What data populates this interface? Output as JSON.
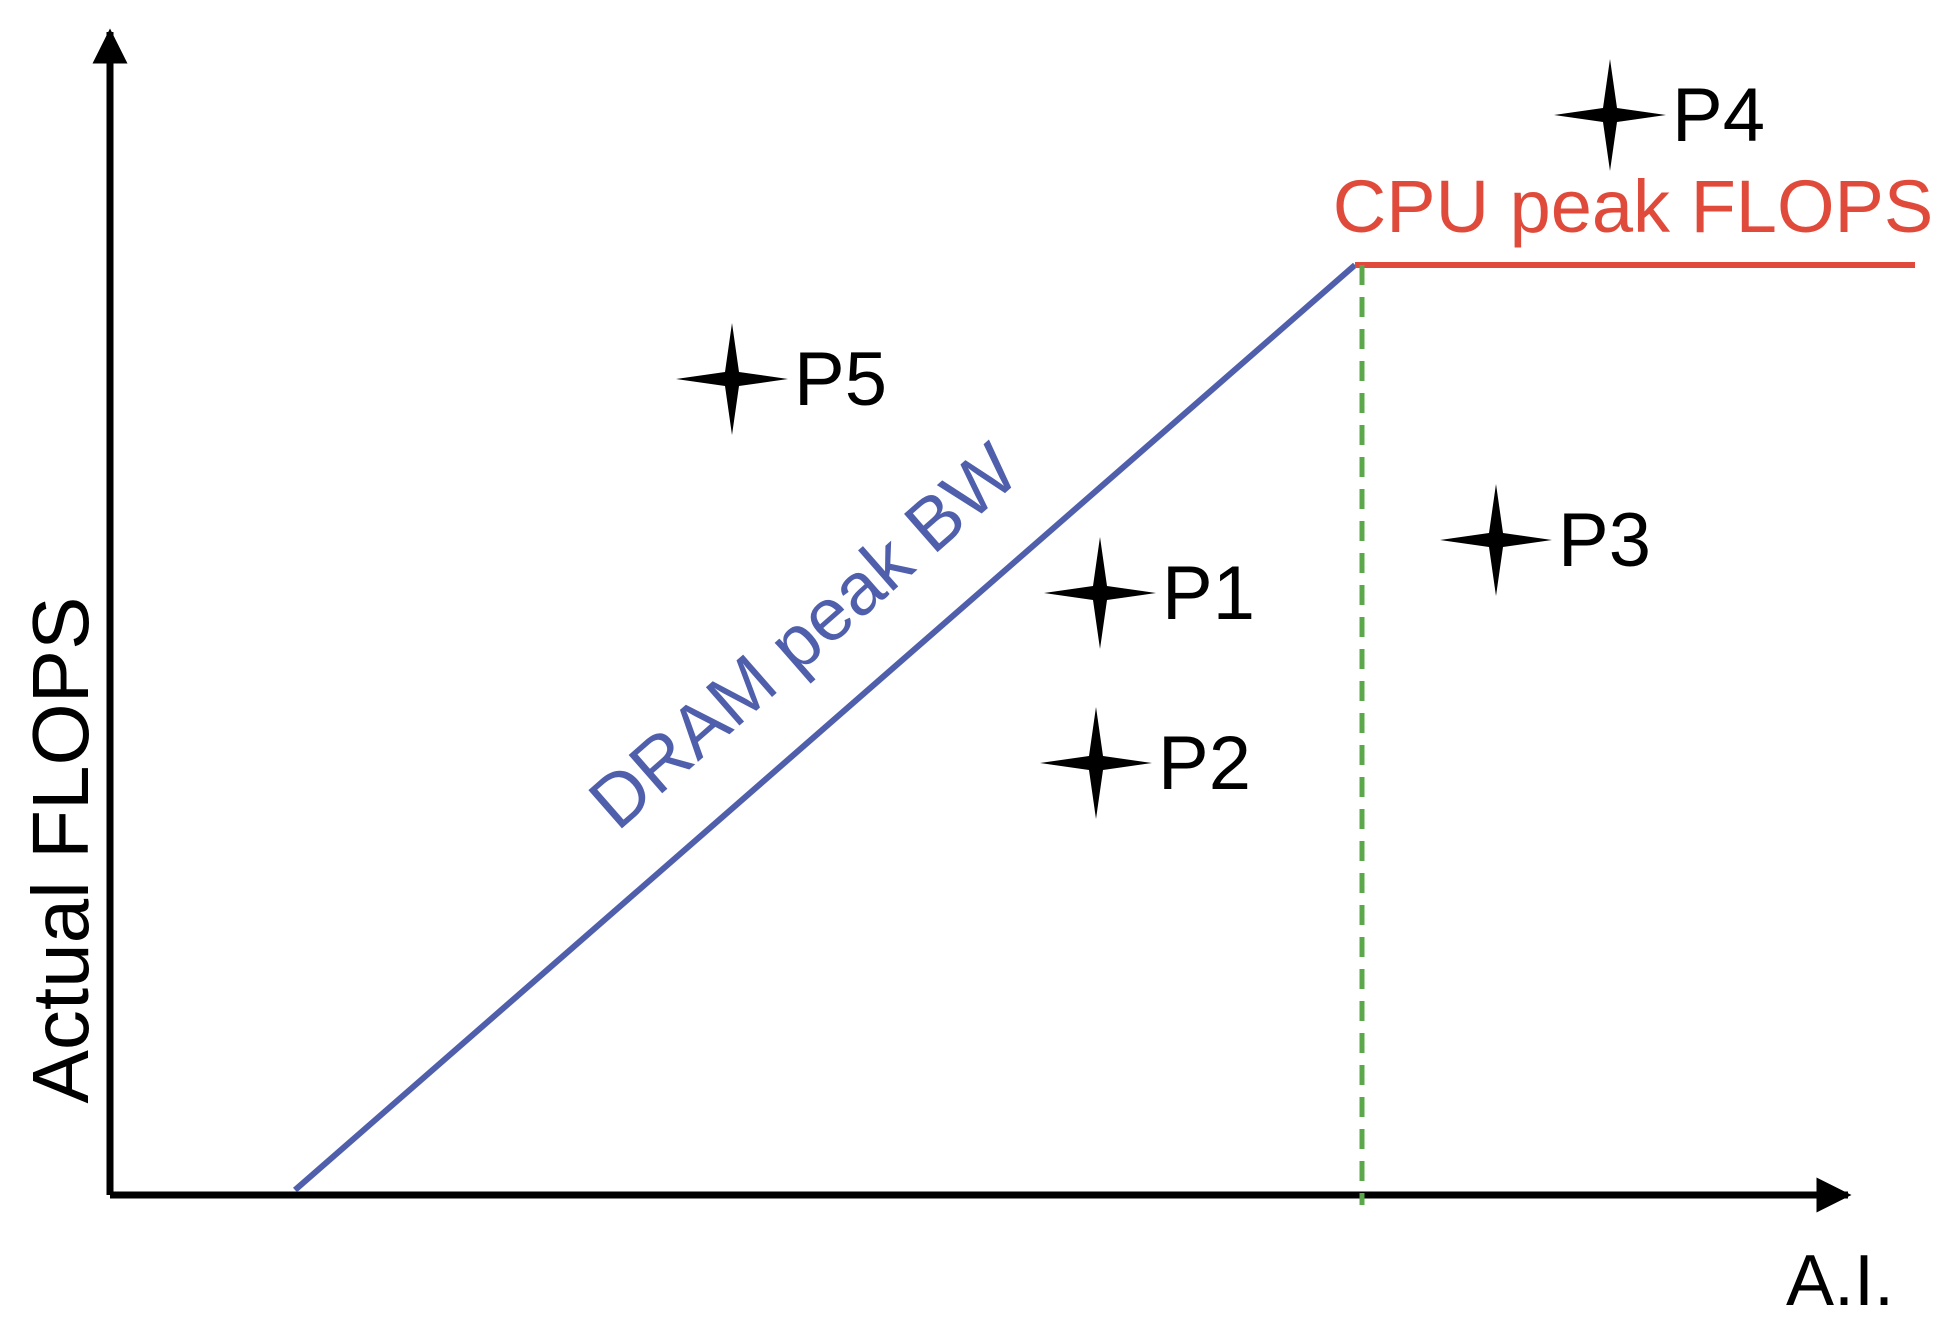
{
  "chart_data": {
    "type": "line",
    "title": "",
    "xlabel": "A.I.",
    "ylabel": "Actual FLOPS",
    "grid": false,
    "axis_ticks": false,
    "roofline": {
      "bandwidth_label": "DRAM peak BW",
      "bandwidth_color": "#4f5fac",
      "compute_label": "CPU peak FLOPS",
      "compute_color": "#e04a3a",
      "ridge_line_color": "#5aa84a",
      "ridge_line_style": "dashed"
    },
    "points": [
      {
        "label": "P1"
      },
      {
        "label": "P2"
      },
      {
        "label": "P3"
      },
      {
        "label": "P4"
      },
      {
        "label": "P5"
      }
    ],
    "point_color": "#000000",
    "point_marker": "four-point-star"
  }
}
